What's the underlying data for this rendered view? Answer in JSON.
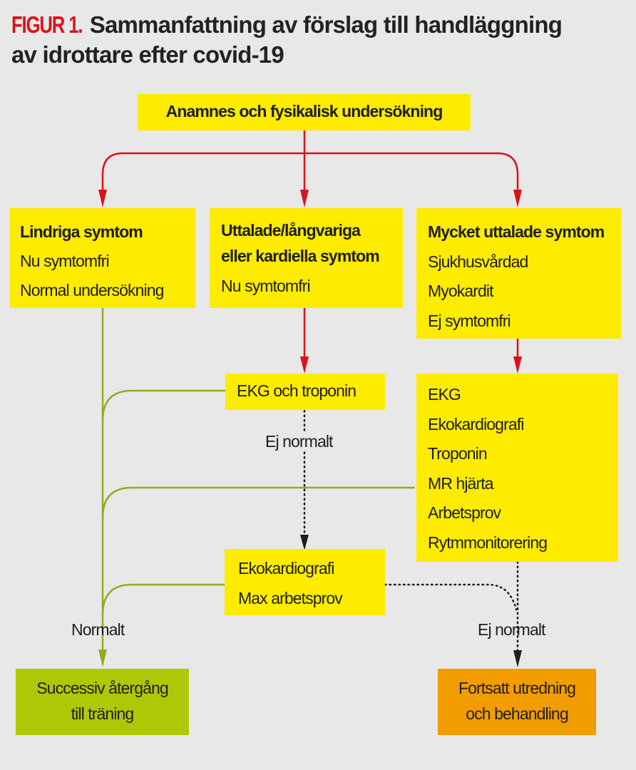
{
  "title": {
    "figure_label": "FIGUR 1.",
    "text_line1": "Sammanfattning av förslag till handläggning",
    "text_line2": "av idrottare efter covid-19"
  },
  "nodes": {
    "start": "Anamnes och fysikalisk undersökning",
    "mild": {
      "heading": "Lindriga symtom",
      "items": [
        "Nu symtomfri",
        "Normal undersökning"
      ]
    },
    "moderate": {
      "heading_line1": "Uttalade/långvariga",
      "heading_line2": "eller kardiella symtom",
      "items": [
        "Nu symtomfri"
      ]
    },
    "severe": {
      "heading": "Mycket uttalade symtom",
      "items": [
        "Sjukhusvårdad",
        "Myokardit",
        "Ej symtomfri"
      ]
    },
    "ekg_troponin": "EKG och troponin",
    "severe_tests": [
      "EKG",
      "Ekokardiografi",
      "Troponin",
      "MR hjärta",
      "Arbetsprov",
      "Rytmmonitorering"
    ],
    "echo_exercise": [
      "Ekokardiografi",
      "Max arbetsprov"
    ],
    "return_training": [
      "Successiv återgång",
      "till träning"
    ],
    "continued_workup": [
      "Fortsatt utredning",
      "och behandling"
    ]
  },
  "edge_labels": {
    "not_normal_1": "Ej normalt",
    "normal": "Normalt",
    "not_normal_2": "Ej normalt"
  },
  "colors": {
    "background": "#e8e8e8",
    "box_yellow": "#fdeb00",
    "box_green": "#afc805",
    "box_orange": "#f39c00",
    "arrow_red": "#d7141b",
    "line_green": "#8fae1b",
    "dotted_black": "#1e1e1e",
    "title_red": "#d7141b"
  }
}
